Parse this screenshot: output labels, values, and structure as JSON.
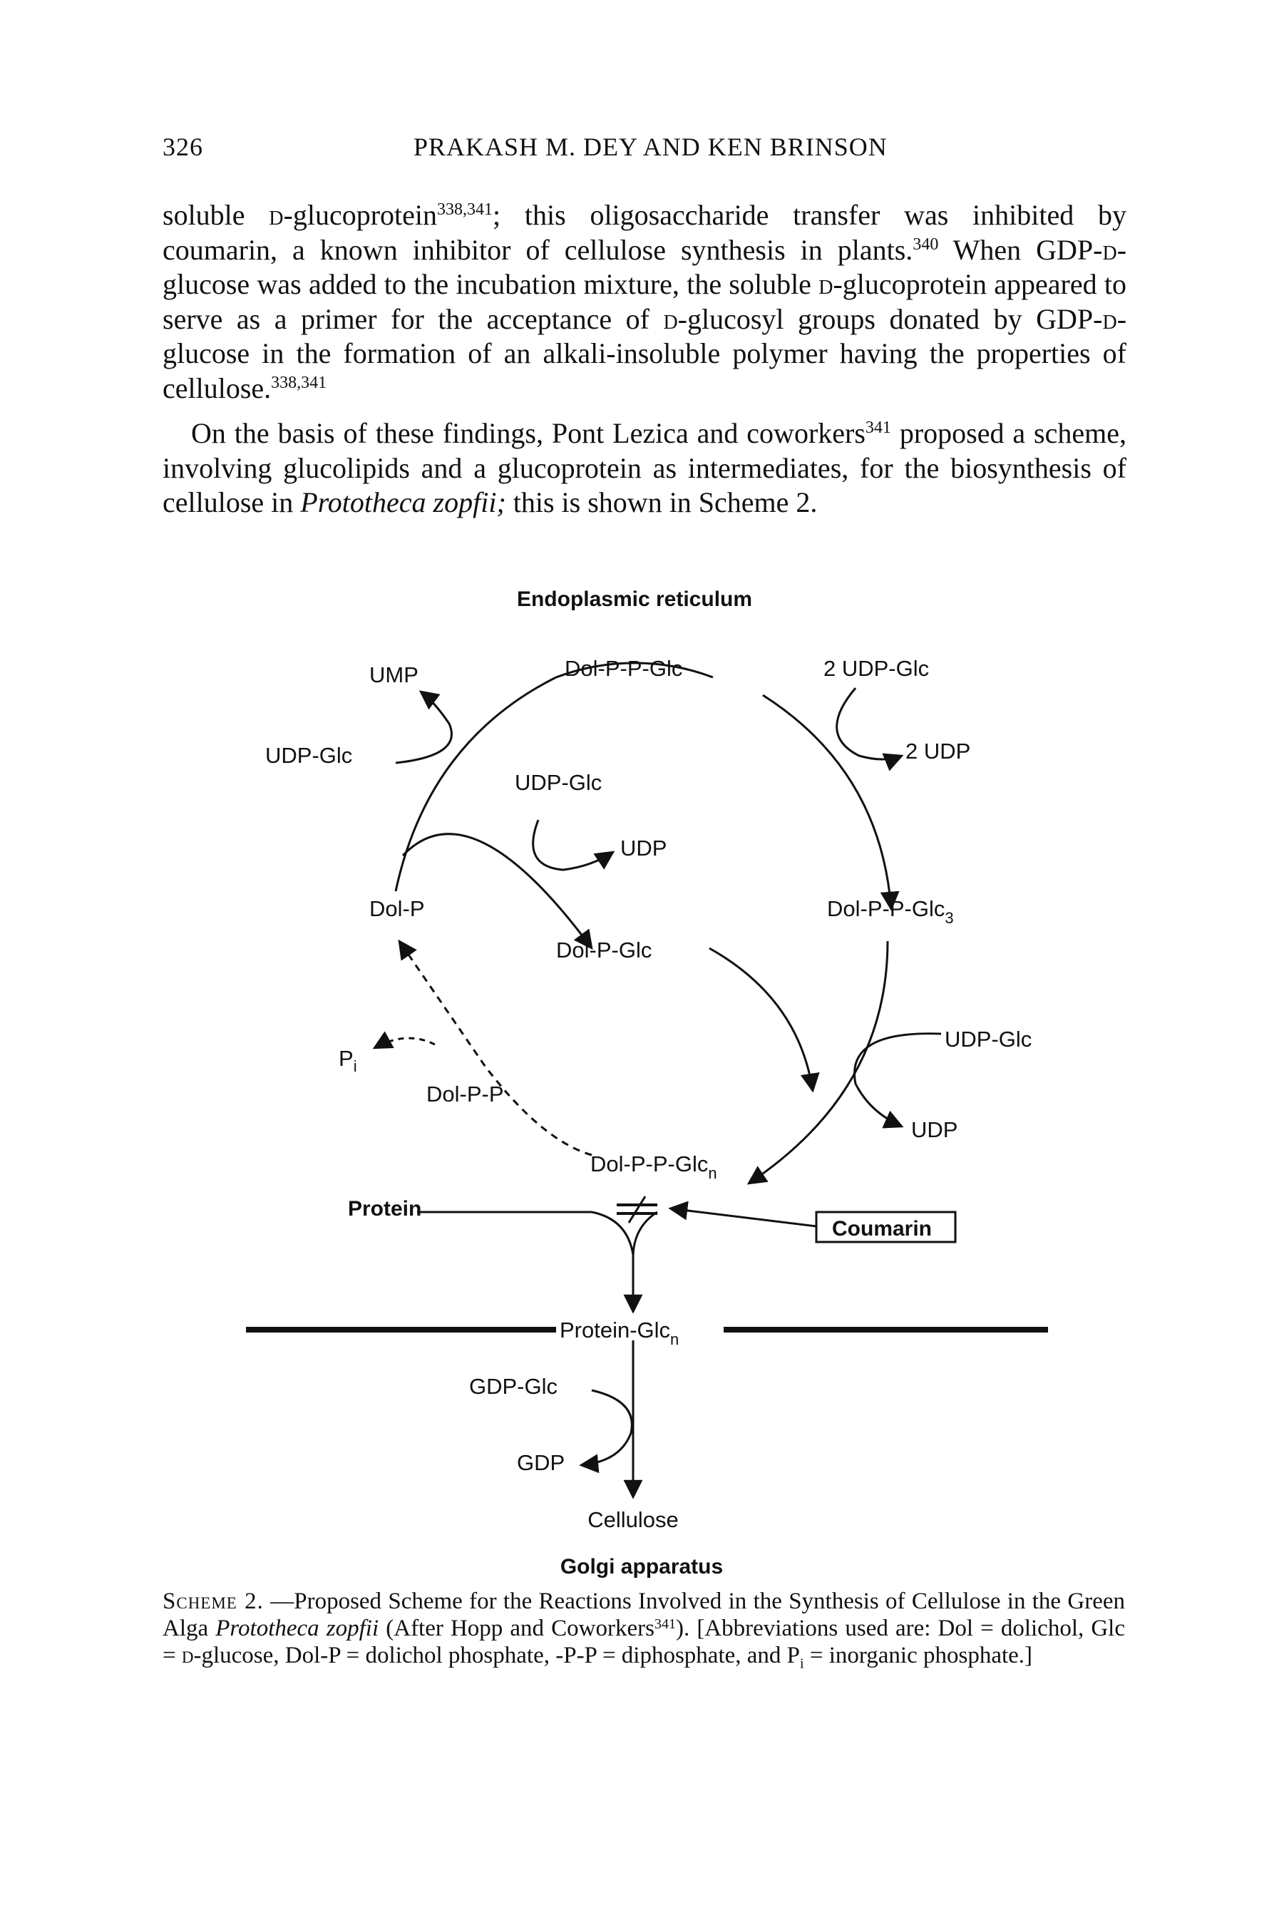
{
  "header": {
    "page_number": "326",
    "authors": "PRAKASH M. DEY AND KEN BRINSON"
  },
  "paragraph1": {
    "t1": "soluble ",
    "t2": "d",
    "t3": "-glucoprotein",
    "ref1": "338,341",
    "t4": "; this oligosaccharide transfer was inhibited by coumarin, a known inhibitor of cellulose synthesis in plants.",
    "ref2": "340",
    "t5": " When GDP-",
    "t6": "d",
    "t7": "-glucose was added to the incubation mixture, the soluble ",
    "t8": "d",
    "t9": "-glucoprotein appeared to serve as a primer for the acceptance of ",
    "t10": "d",
    "t11": "-glucosyl groups donated by GDP-",
    "t12": "d",
    "t13": "-glucose in the formation of an alkali-insoluble polymer having the properties of cellulose.",
    "ref3": "338,341"
  },
  "paragraph2": {
    "t1": "On the basis of these findings, Pont Lezica and coworkers",
    "ref1": "341",
    "t2": " proposed a scheme, involving glucolipids and a glucoprotein as intermediates, for the biosynthesis of cellulose in ",
    "italic": "Prototheca zopfii;",
    "t3": " this is shown in Scheme 2."
  },
  "scheme": {
    "title_top": "Endoplasmic reticulum",
    "title_bottom": "Golgi apparatus",
    "ump": "UMP",
    "udp_glc_left": "UDP-Glc",
    "dol_p_p_glc_top": "Dol-P-P-Glc",
    "two_udp_glc": "2 UDP-Glc",
    "two_udp": "2 UDP",
    "udp_glc_mid": "UDP-Glc",
    "udp_mid": "UDP",
    "dol_p": "Dol-P",
    "dol_p_glc": "Dol-P-Glc",
    "dol_p_p_glc3": "Dol-P-P-Glc",
    "glc3_sub": "3",
    "udp_glc_right": "UDP-Glc",
    "udp_right": "UDP",
    "pi": "P",
    "pi_sub": "i",
    "dol_p_p": "Dol-P-P",
    "dol_p_p_glcn": "Dol-P-P-Glc",
    "glcn_sub": "n",
    "protein": "Protein",
    "coumarin": "Coumarin",
    "protein_glcn": "Protein-Glc",
    "protein_glcn_sub": "n",
    "gdp_glc": "GDP-Glc",
    "gdp": "GDP",
    "cellulose": "Cellulose"
  },
  "caption": {
    "lead": "Scheme 2.",
    "t1": " —Proposed Scheme for the Reactions Involved in the Synthesis of Cellulose in the Green Alga ",
    "italic1": "Prototheca zopfii",
    "t2": " (After Hopp and Coworkers",
    "ref": "341",
    "t3": "). [Abbreviations used are: Dol = dolichol, Glc = ",
    "d": "d",
    "t4": "-glucose, Dol-P = dolichol phosphate, -P-P = diphosphate, and P",
    "sub": "i",
    "t5": " = inorganic phosphate.]"
  }
}
